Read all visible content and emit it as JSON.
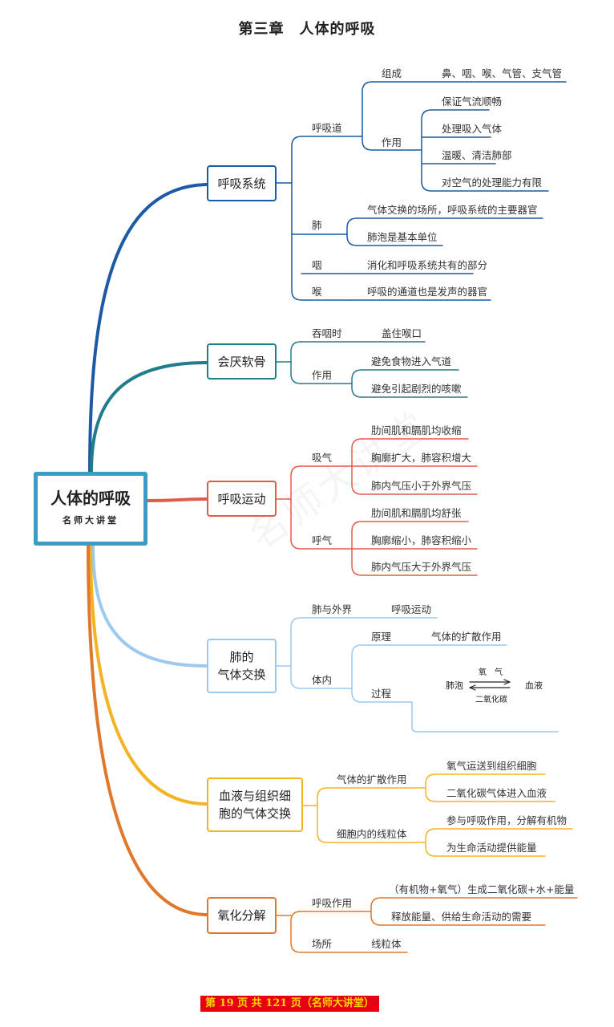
{
  "title": "第三章　人体的呼吸",
  "central": {
    "main": "人体的呼吸",
    "sub": "名师大讲堂"
  },
  "watermark": "名师大讲堂",
  "colors": {
    "respiratory_system": "#1c5aa6",
    "epiglottis": "#1f7d8c",
    "breathing_movement": "#e05b4b",
    "lung_gas_exchange": "#9cc9ef",
    "blood_tissue_exchange": "#f4b322",
    "oxidation": "#e0782b",
    "central_border": "#3a9ec4"
  },
  "branches": {
    "respiratory_system": {
      "label": "呼吸系统",
      "airway": {
        "label": "呼吸道",
        "composition": {
          "label": "组成",
          "value": "鼻、咽、喉、气管、支气管"
        },
        "function": {
          "label": "作用",
          "items": [
            "保证气流顺畅",
            "处理吸入气体",
            "温暖、清洁肺部",
            "对空气的处理能力有限"
          ]
        }
      },
      "lung": {
        "label": "肺",
        "items": [
          "气体交换的场所，呼吸系统的主要器官",
          "肺泡是基本单位"
        ]
      },
      "pharynx": {
        "label": "咽",
        "value": "消化和呼吸系统共有的部分"
      },
      "larynx": {
        "label": "喉",
        "value": "呼吸的通道也是发声的器官"
      }
    },
    "epiglottis": {
      "label": "会厌软骨",
      "swallow": {
        "label": "吞咽时",
        "value": "盖住喉口"
      },
      "function": {
        "label": "作用",
        "items": [
          "避免食物进入气道",
          "避免引起剧烈的咳嗽"
        ]
      }
    },
    "breathing_movement": {
      "label": "呼吸运动",
      "inhale": {
        "label": "吸气",
        "items": [
          "肋间肌和膈肌均收缩",
          "胸廓扩大，肺容积增大",
          "肺内气压小于外界气压"
        ]
      },
      "exhale": {
        "label": "呼气",
        "items": [
          "肋间肌和膈肌均舒张",
          "胸廓缩小，肺容积缩小",
          "肺内气压大于外界气压"
        ]
      }
    },
    "lung_gas_exchange": {
      "label_line1": "肺的",
      "label_line2": "气体交换",
      "external": {
        "label": "肺与外界",
        "value": "呼吸运动"
      },
      "internal": {
        "label": "体内",
        "principle": {
          "label": "原理",
          "value": "气体的扩散作用"
        },
        "process": {
          "label": "过程",
          "figure": {
            "left": "肺泡",
            "right": "血液",
            "top": "氧　气",
            "bottom": "二氧化碳"
          }
        }
      }
    },
    "blood_tissue_exchange": {
      "label_line1": "血液与组织细",
      "label_line2": "胞的气体交换",
      "diffusion": {
        "label": "气体的扩散作用",
        "items": [
          "氧气运送到组织细胞",
          "二氧化碳气体进入血液"
        ]
      },
      "mitochondria": {
        "label": "细胞内的线粒体",
        "items": [
          "参与呼吸作用，分解有机物",
          "为生命活动提供能量"
        ]
      }
    },
    "oxidation": {
      "label": "氧化分解",
      "respiration": {
        "label": "呼吸作用",
        "items": [
          "（有机物+氧气）生成二氧化碳+水+能量",
          "释放能量、供给生命活动的需要"
        ]
      },
      "location": {
        "label": "场所",
        "value": "线粒体"
      }
    }
  },
  "footer": "第 19 页 共 121 页（名师大讲堂）"
}
